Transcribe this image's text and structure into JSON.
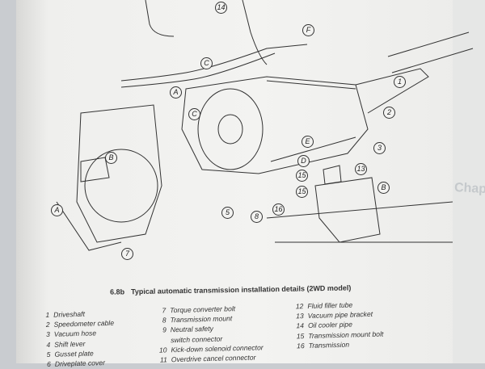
{
  "figure": {
    "number": "6.8b",
    "title": "Typical automatic transmission installation details (2WD model)"
  },
  "callouts": [
    "1",
    "2",
    "3",
    "13",
    "B",
    "15",
    "16",
    "8",
    "5",
    "7",
    "A",
    "A",
    "14",
    "F",
    "C",
    "C",
    "D",
    "E",
    "B",
    "15"
  ],
  "legend": {
    "col1": [
      {
        "n": "1",
        "t": "Driveshaft"
      },
      {
        "n": "2",
        "t": "Speedometer cable"
      },
      {
        "n": "3",
        "t": "Vacuum hose"
      },
      {
        "n": "4",
        "t": "Shift lever"
      },
      {
        "n": "5",
        "t": "Gusset plate"
      },
      {
        "n": "6",
        "t": "Driveplate cover"
      }
    ],
    "col2": [
      {
        "n": "7",
        "t": "Torque converter bolt"
      },
      {
        "n": "8",
        "t": "Transmission mount"
      },
      {
        "n": "9",
        "t": "Neutral safety"
      },
      {
        "n": "",
        "t": "switch connector"
      },
      {
        "n": "10",
        "t": "Kick-down solenoid connector"
      },
      {
        "n": "11",
        "t": "Overdrive cancel connector"
      }
    ],
    "col3": [
      {
        "n": "12",
        "t": "Fluid filler tube"
      },
      {
        "n": "13",
        "t": "Vacuum pipe bracket"
      },
      {
        "n": "14",
        "t": "Oil cooler pipe"
      },
      {
        "n": "15",
        "t": "Transmission mount bolt"
      },
      {
        "n": "16",
        "t": "Transmission"
      }
    ]
  },
  "facing_page": {
    "text": "Chap"
  }
}
